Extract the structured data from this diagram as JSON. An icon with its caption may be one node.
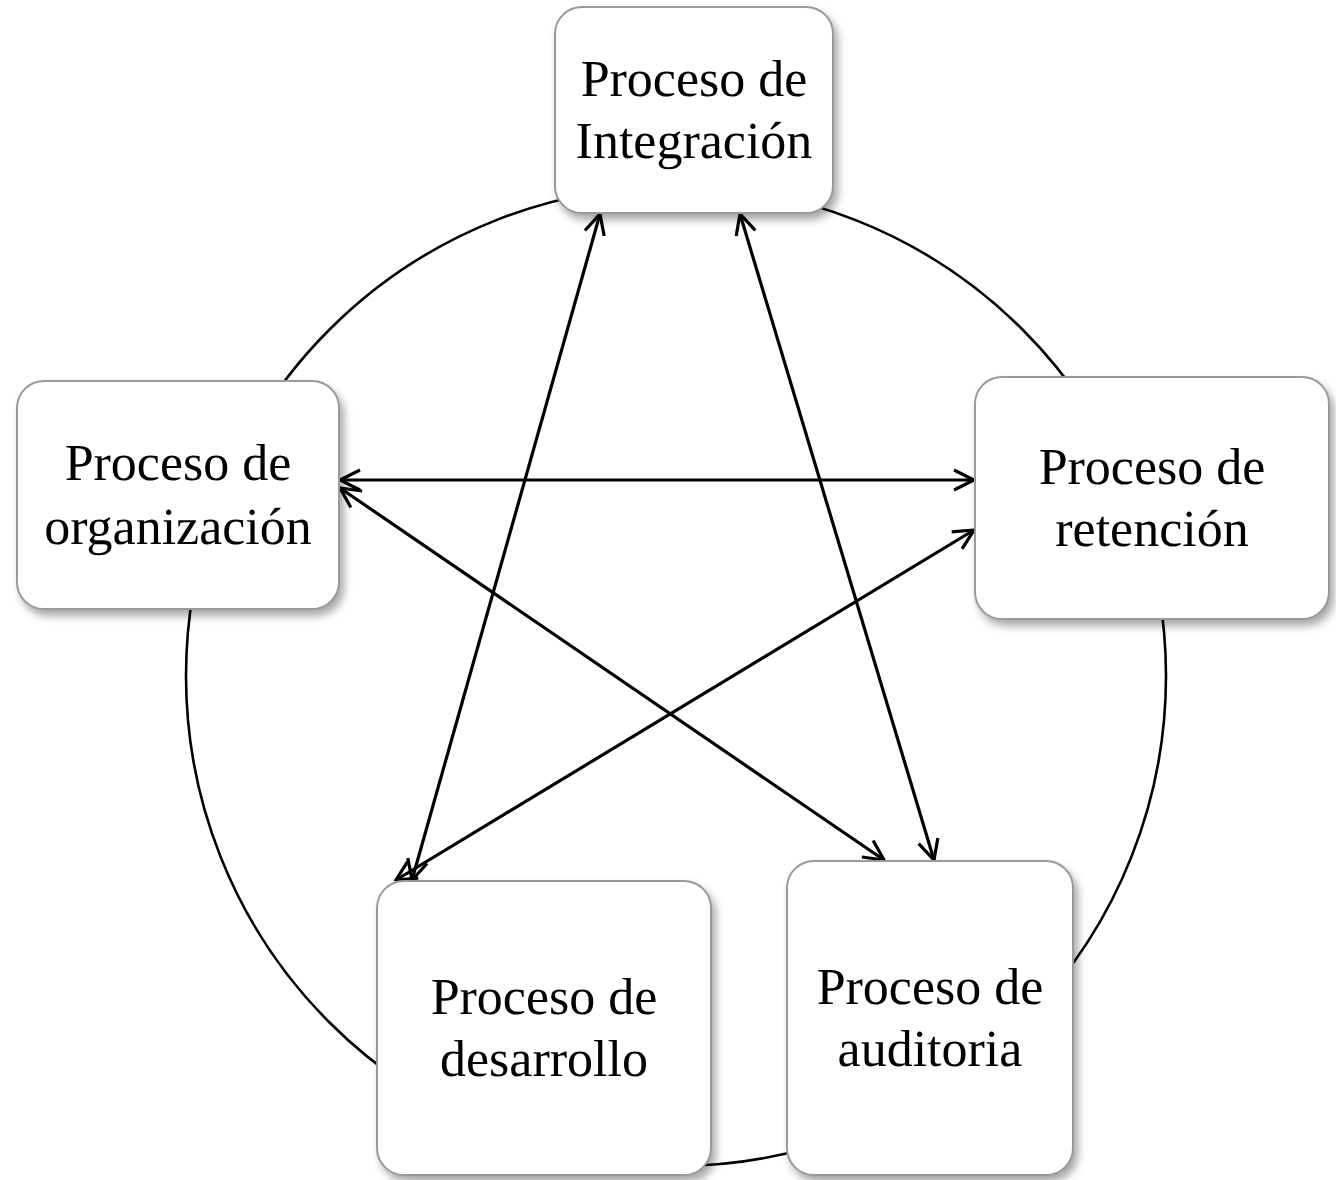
{
  "diagram": {
    "nodes": [
      {
        "text": [
          "Proceso de Integración"
        ]
      },
      {
        "text": [
          "Proceso de retención"
        ]
      },
      {
        "text": [
          "Proceso de auditoria"
        ]
      },
      {
        "text": [
          "Proceso de desarrollo"
        ]
      },
      {
        "text": [
          "Proceso de organización"
        ]
      }
    ],
    "edges": [
      {
        "from": 0,
        "to": 3,
        "arrow": "both"
      },
      {
        "from": 0,
        "to": 2,
        "arrow": "both"
      },
      {
        "from": 4,
        "to": 1,
        "arrow": "both"
      },
      {
        "from": 4,
        "to": 2,
        "arrow": "both"
      },
      {
        "from": 1,
        "to": 3,
        "arrow": "both"
      }
    ]
  }
}
